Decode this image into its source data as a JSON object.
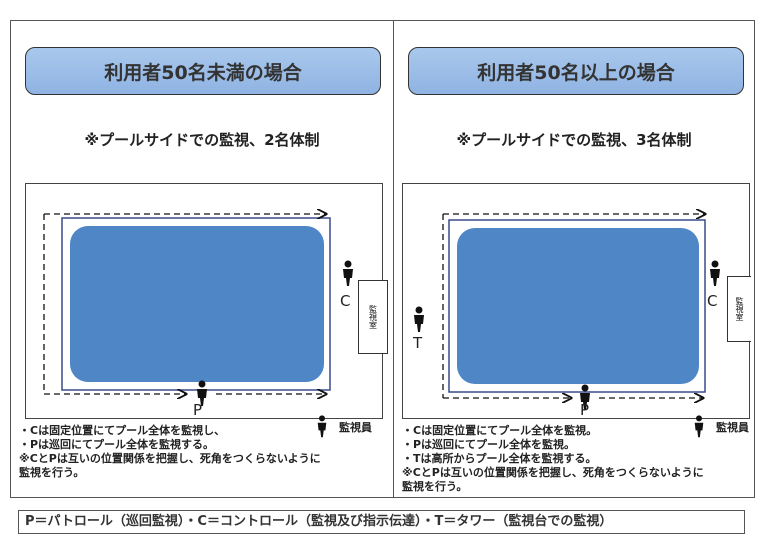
{
  "left": {
    "title": "利用者50名未満の場合",
    "subtitle": "※プールサイドでの監視、2名体制",
    "label_c": "C",
    "label_p": "P",
    "room_label": "監視室",
    "legend_label": "監視員",
    "notes": [
      "・Cは固定位置にてプール全体を監視し、",
      "・Pは巡回にてプール全体を監視する。",
      "※CとPは互いの位置関係を把握し、死角をつくらないように",
      "監視を行う。"
    ]
  },
  "right": {
    "title": "利用者50名以上の場合",
    "subtitle": "※プールサイドでの監視、3名体制",
    "label_c": "C",
    "label_p": "P",
    "label_t": "T",
    "room_label": "監視室",
    "legend_label": "監視員",
    "notes": [
      "・Cは固定位置にてプール全体を監視。",
      "・Pは巡回にてプール全体を監視。",
      "・Tは高所からプール全体を監視する。",
      "※CとPは互いの位置関係を把握し、死角をつくらないように",
      "監視を行う。"
    ]
  },
  "footer": "P＝パトロール（巡回監視）・C＝コントロール（監視及び指示伝達）・T＝タワー（監視台での監視）",
  "colors": {
    "pool_fill": "#4f86c6",
    "title_fill": "#a9c8ec",
    "pool_border": "#3a4a8a"
  }
}
